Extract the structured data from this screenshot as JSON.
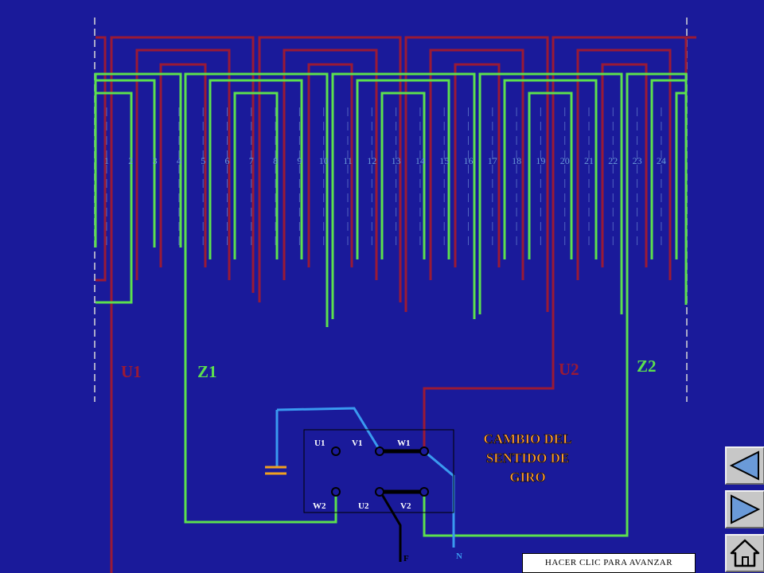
{
  "colors": {
    "background": "#1a1a9a",
    "coil_u": "#9a1a35",
    "coil_z": "#5ce04e",
    "mains_n": "#3a9af0",
    "mains_f": "#000000",
    "capacitor": "#f0a020",
    "slot_number": "#6a9ad8",
    "terminal_text": "#ffffff",
    "note_text": "#ff9c33"
  },
  "slots": [
    "1",
    "2",
    "3",
    "4",
    "5",
    "6",
    "7",
    "8",
    "9",
    "10",
    "11",
    "12",
    "13",
    "14",
    "15",
    "16",
    "17",
    "18",
    "19",
    "20",
    "21",
    "22",
    "23",
    "24"
  ],
  "labels": {
    "u1": "U1",
    "z1": "Z1",
    "u2": "U2",
    "z2": "Z2"
  },
  "terminal_board": {
    "top": [
      "U1",
      "V1",
      "W1"
    ],
    "bottom": [
      "W2",
      "U2",
      "V2"
    ]
  },
  "mains": {
    "phase": "F",
    "neutral": "N"
  },
  "note": [
    "CAMBIO DEL",
    "SENTIDO DE",
    "GIRO"
  ],
  "navigation": {
    "prev_icon": "triangle-left-icon",
    "next_icon": "triangle-right-icon",
    "home_icon": "house-icon",
    "advance_label": "HACER CLIC PARA AVANZAR"
  }
}
